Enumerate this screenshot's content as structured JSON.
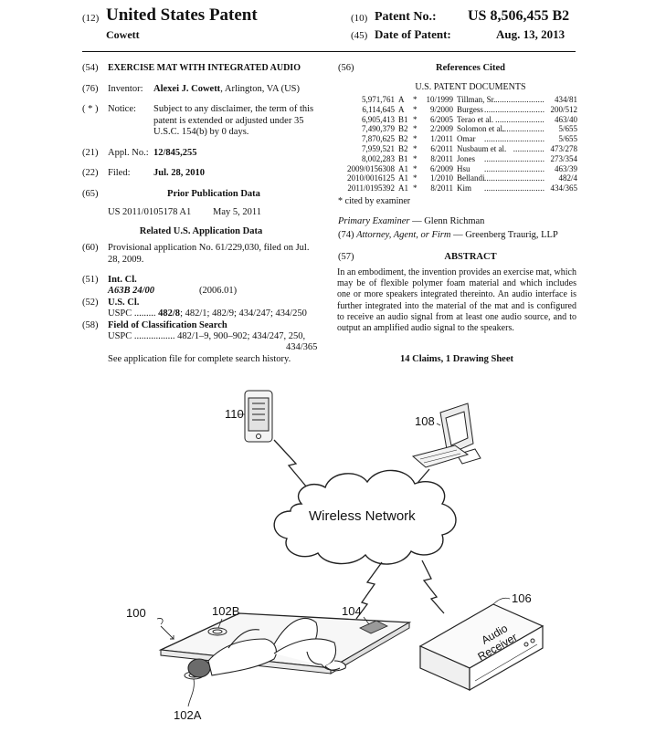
{
  "header": {
    "num12": "(12)",
    "title": "United States Patent",
    "inventor_surname": "Cowett",
    "num10": "(10)",
    "patent_no_label": "Patent No.:",
    "patent_no": "US 8,506,455 B2",
    "num45": "(45)",
    "date_label": "Date of Patent:",
    "date": "Aug. 13, 2013"
  },
  "left": {
    "f54": {
      "code": "(54)",
      "text": "EXERCISE MAT WITH INTEGRATED AUDIO"
    },
    "f76": {
      "code": "(76)",
      "label": "Inventor:",
      "name": "Alexei J. Cowett",
      "loc": ", Arlington, VA (US)"
    },
    "notice": {
      "code": "( * )",
      "label": "Notice:",
      "lines": [
        "Subject to any disclaimer, the term of this",
        "patent is extended or adjusted under 35",
        "U.S.C. 154(b) by 0 days."
      ]
    },
    "f21": {
      "code": "(21)",
      "label": "Appl. No.:",
      "value": "12/845,255"
    },
    "f22": {
      "code": "(22)",
      "label": "Filed:",
      "value": "Jul. 28, 2010"
    },
    "f65": {
      "code": "(65)",
      "heading": "Prior Publication Data",
      "pub": "US 2011/0105178 A1",
      "pub_date": "May 5, 2011"
    },
    "related_heading": "Related U.S. Application Data",
    "f60": {
      "code": "(60)",
      "lines": [
        "Provisional application No. 61/229,030, filed on Jul.",
        "28, 2009."
      ]
    },
    "f51": {
      "code": "(51)",
      "label": "Int. Cl.",
      "class": "A63B 24/00",
      "class_date": "(2006.01)"
    },
    "f52": {
      "code": "(52)",
      "label": "U.S. Cl.",
      "uspc": "USPC",
      "dots": ".........",
      "bold": "482/8",
      "rest": "; 482/1; 482/9; 434/247; 434/250"
    },
    "f58": {
      "code": "(58)",
      "label": "Field of Classification Search",
      "uspc": "USPC",
      "dots": ".................",
      "line1": "482/1–9, 900–902;  434/247, 250,",
      "line2": "434/365",
      "see": "See application file for complete search history."
    }
  },
  "right": {
    "f56": {
      "code": "(56)",
      "heading": "References Cited"
    },
    "docs_heading": "U.S. PATENT DOCUMENTS",
    "refs": [
      {
        "no": "5,971,761",
        "kind": "A",
        "star": "*",
        "date": "10/1999",
        "name": "Tillman, Sr.",
        "dots": "......................",
        "cls": "434/81"
      },
      {
        "no": "6,114,645",
        "kind": "A",
        "star": "*",
        "date": "9/2000",
        "name": "Burgess",
        "dots": "............................",
        "cls": "200/512"
      },
      {
        "no": "6,905,413",
        "kind": "B1",
        "star": "*",
        "date": "6/2005",
        "name": "Terao et al.",
        "dots": "......................",
        "cls": "463/40"
      },
      {
        "no": "7,490,379",
        "kind": "B2",
        "star": "*",
        "date": "2/2009",
        "name": "Solomon et al.",
        "dots": "...................",
        "cls": "5/655"
      },
      {
        "no": "7,870,625",
        "kind": "B2",
        "star": "*",
        "date": "1/2011",
        "name": "Omar",
        "dots": "....................................",
        "cls": "5/655"
      },
      {
        "no": "7,959,521",
        "kind": "B2",
        "star": "*",
        "date": "6/2011",
        "name": "Nusbaum et al.",
        "dots": "..............",
        "cls": "473/278"
      },
      {
        "no": "8,002,283",
        "kind": "B1",
        "star": "*",
        "date": "8/2011",
        "name": "Jones",
        "dots": "................................",
        "cls": "273/354"
      },
      {
        "no": "2009/0156308",
        "kind": "A1",
        "star": "*",
        "date": "6/2009",
        "name": "Hsu",
        "dots": "......................................",
        "cls": "463/39"
      },
      {
        "no": "2010/0016125",
        "kind": "A1",
        "star": "*",
        "date": "1/2010",
        "name": "Bellandi",
        "dots": "...............................",
        "cls": "482/4"
      },
      {
        "no": "2011/0195392",
        "kind": "A1",
        "star": "*",
        "date": "8/2011",
        "name": "Kim",
        "dots": "....................................",
        "cls": "434/365"
      }
    ],
    "cited": "* cited by examiner",
    "examiner_label": "Primary Examiner",
    "examiner": " — Glenn Richman",
    "f74": {
      "code": "(74)",
      "label": "Attorney, Agent, or Firm",
      "value": " — Greenberg Traurig, LLP"
    },
    "f57": {
      "code": "(57)",
      "heading": "ABSTRACT"
    },
    "abstract": "In an embodiment, the invention provides an exercise mat, which may be of flexible polymer foam material and which includes one or more speakers integrated thereinto. An audio interface is further integrated into the material of the mat and is configured to receive an audio signal from at least one audio source, and to output an amplified audio signal to the speakers.",
    "claims": "14 Claims, 1 Drawing Sheet"
  },
  "figure": {
    "cloud_label": "Wireless Network",
    "ref_110": "110",
    "ref_108": "108",
    "ref_100": "100",
    "ref_102B": "102B",
    "ref_104": "104",
    "ref_106": "106",
    "ref_102A": "102A",
    "receiver_line1": "Audio",
    "receiver_line2": "Receiver"
  }
}
